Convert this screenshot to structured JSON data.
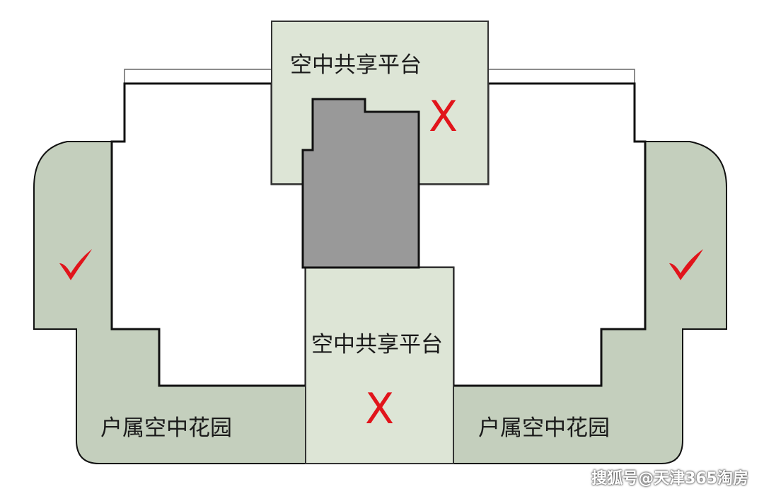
{
  "diagram": {
    "top_platform_label": "空中共享平台",
    "top_platform_mark": "X",
    "bottom_platform_label": "空中共享平台",
    "bottom_platform_mark": "X",
    "left_garden_label": "户属空中花园",
    "right_garden_label": "户属空中花园",
    "left_check_mark": "✔",
    "right_check_mark": "✔",
    "colors": {
      "garden_fill": "#c4cfbd",
      "platform_fill": "#dde5d6",
      "core_fill": "#999999",
      "outline": "#111111",
      "mark_red": "#e1141b"
    }
  },
  "watermark": "搜狐号@天津365淘房"
}
